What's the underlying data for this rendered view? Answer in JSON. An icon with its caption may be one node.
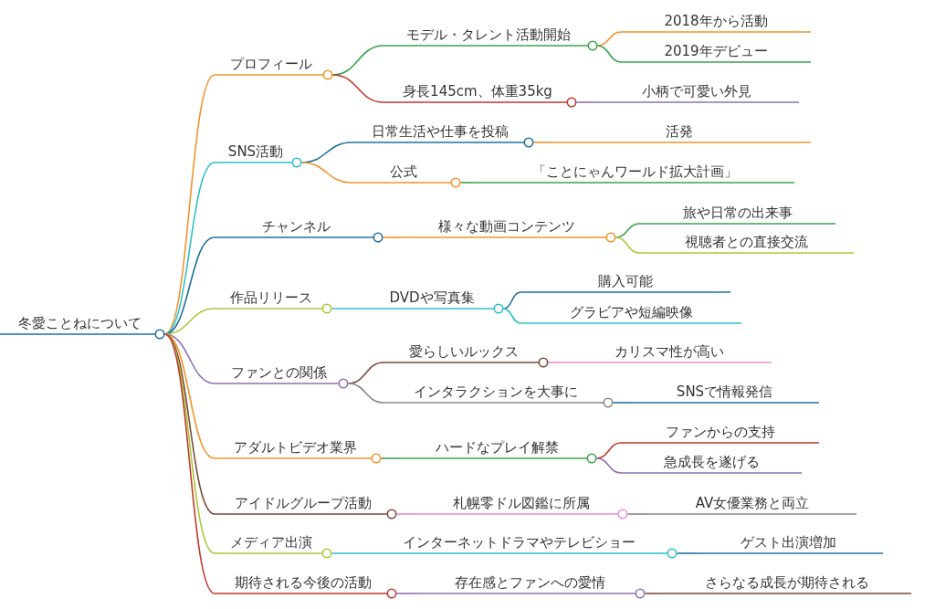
{
  "diagram": {
    "nodes": [
      {
        "text": [
          "冬愛ことねについて"
        ]
      },
      {
        "text": [
          "プロフィール"
        ]
      },
      {
        "text": [
          "モデル・タレント活動開始"
        ]
      },
      {
        "text": [
          "2018年から活動"
        ]
      },
      {
        "text": [
          "2019年デビュー"
        ]
      },
      {
        "text": [
          "身長145cm、体重35kg"
        ]
      },
      {
        "text": [
          "小柄で可愛い外見"
        ]
      },
      {
        "text": [
          "SNS活動"
        ]
      },
      {
        "text": [
          "日常生活や仕事を投稿"
        ]
      },
      {
        "text": [
          "活発"
        ]
      },
      {
        "text": [
          "公式"
        ]
      },
      {
        "text": [
          "「ことにゃんワールド拡大計画」"
        ]
      },
      {
        "text": [
          "チャンネル"
        ]
      },
      {
        "text": [
          "様々な動画コンテンツ"
        ]
      },
      {
        "text": [
          "旅や日常の出来事"
        ]
      },
      {
        "text": [
          "視聴者との直接交流"
        ]
      },
      {
        "text": [
          "作品リリース"
        ]
      },
      {
        "text": [
          "DVDや写真集"
        ]
      },
      {
        "text": [
          "購入可能"
        ]
      },
      {
        "text": [
          "グラビアや短編映像"
        ]
      },
      {
        "text": [
          "ファンとの関係"
        ]
      },
      {
        "text": [
          "愛らしいルックス"
        ]
      },
      {
        "text": [
          "カリスマ性が高い"
        ]
      },
      {
        "text": [
          "インタラクションを大事に"
        ]
      },
      {
        "text": [
          "SNSで情報発信"
        ]
      },
      {
        "text": [
          "アダルトビデオ業界"
        ]
      },
      {
        "text": [
          "ハードなプレイ解禁"
        ]
      },
      {
        "text": [
          "ファンからの支持"
        ]
      },
      {
        "text": [
          "急成長を遂げる"
        ]
      },
      {
        "text": [
          "アイドルグループ活動"
        ]
      },
      {
        "text": [
          "札幌零ドル図鑑に所属"
        ]
      },
      {
        "text": [
          "AV女優業務と両立"
        ]
      },
      {
        "text": [
          "メディア出演"
        ]
      },
      {
        "text": [
          "インターネットドラマやテレビショー"
        ]
      },
      {
        "text": [
          "ゲスト出演増加"
        ]
      },
      {
        "text": [
          "期待される今後の活動"
        ]
      },
      {
        "text": [
          "存在感とファンへの愛情"
        ]
      },
      {
        "text": [
          "さらなる成長が期待される"
        ]
      }
    ],
    "edges": [
      {
        "from": 0,
        "to": 1,
        "arrow": "none",
        "color": "#f0932b"
      },
      {
        "from": 1,
        "to": 2,
        "arrow": "none",
        "color": "#3aa34a"
      },
      {
        "from": 2,
        "to": 3,
        "arrow": "none",
        "color": "#f0932b"
      },
      {
        "from": 2,
        "to": 4,
        "arrow": "none",
        "color": "#3aa34a"
      },
      {
        "from": 1,
        "to": 5,
        "arrow": "none",
        "color": "#c0392b"
      },
      {
        "from": 5,
        "to": 6,
        "arrow": "none",
        "color": "#8e6fb5"
      },
      {
        "from": 0,
        "to": 7,
        "arrow": "none",
        "color": "#2bc0c8"
      },
      {
        "from": 7,
        "to": 8,
        "arrow": "none",
        "color": "#1f6fa0"
      },
      {
        "from": 8,
        "to": 9,
        "arrow": "none",
        "color": "#f0932b"
      },
      {
        "from": 7,
        "to": 10,
        "arrow": "none",
        "color": "#f0932b"
      },
      {
        "from": 10,
        "to": 11,
        "arrow": "none",
        "color": "#3aa34a"
      },
      {
        "from": 0,
        "to": 12,
        "arrow": "none",
        "color": "#1f6fa0"
      },
      {
        "from": 12,
        "to": 13,
        "arrow": "none",
        "color": "#f0932b"
      },
      {
        "from": 13,
        "to": 14,
        "arrow": "none",
        "color": "#3aa34a"
      },
      {
        "from": 13,
        "to": 15,
        "arrow": "none",
        "color": "#a8c83a"
      },
      {
        "from": 0,
        "to": 16,
        "arrow": "none",
        "color": "#a8c83a"
      },
      {
        "from": 16,
        "to": 17,
        "arrow": "none",
        "color": "#2bc0c8"
      },
      {
        "from": 17,
        "to": 18,
        "arrow": "none",
        "color": "#1f6fa0"
      },
      {
        "from": 17,
        "to": 19,
        "arrow": "none",
        "color": "#2bc0c8"
      },
      {
        "from": 0,
        "to": 20,
        "arrow": "none",
        "color": "#8e6fb5"
      },
      {
        "from": 20,
        "to": 21,
        "arrow": "none",
        "color": "#7a4a3a"
      },
      {
        "from": 21,
        "to": 22,
        "arrow": "none",
        "color": "#e88fd0"
      },
      {
        "from": 20,
        "to": 23,
        "arrow": "none",
        "color": "#888888"
      },
      {
        "from": 23,
        "to": 24,
        "arrow": "none",
        "color": "#1f6fa0"
      },
      {
        "from": 0,
        "to": 25,
        "arrow": "none",
        "color": "#f0932b"
      },
      {
        "from": 25,
        "to": 26,
        "arrow": "none",
        "color": "#3aa34a"
      },
      {
        "from": 26,
        "to": 27,
        "arrow": "none",
        "color": "#c0392b"
      },
      {
        "from": 26,
        "to": 28,
        "arrow": "none",
        "color": "#8e6fb5"
      },
      {
        "from": 0,
        "to": 29,
        "arrow": "none",
        "color": "#7a4a3a"
      },
      {
        "from": 29,
        "to": 30,
        "arrow": "none",
        "color": "#e88fd0"
      },
      {
        "from": 30,
        "to": 31,
        "arrow": "none",
        "color": "#888888"
      },
      {
        "from": 0,
        "to": 32,
        "arrow": "none",
        "color": "#a8c83a"
      },
      {
        "from": 32,
        "to": 33,
        "arrow": "none",
        "color": "#2bc0c8"
      },
      {
        "from": 33,
        "to": 34,
        "arrow": "none",
        "color": "#1f6fa0"
      },
      {
        "from": 0,
        "to": 35,
        "arrow": "none",
        "color": "#c0392b"
      },
      {
        "from": 35,
        "to": 36,
        "arrow": "none",
        "color": "#8e6fb5"
      },
      {
        "from": 36,
        "to": 37,
        "arrow": "none",
        "color": "#7a4a3a"
      }
    ]
  }
}
